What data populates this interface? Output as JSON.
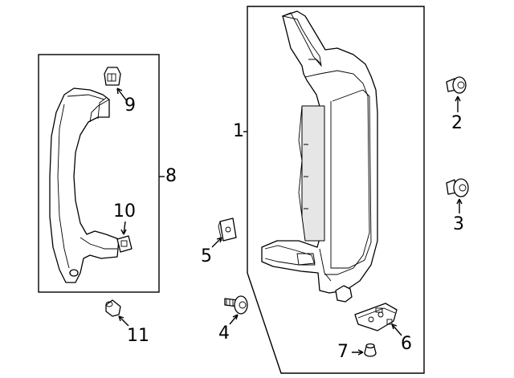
{
  "callouts": {
    "c1": "1",
    "c2": "2",
    "c3": "3",
    "c4": "4",
    "c5": "5",
    "c6": "6",
    "c7": "7",
    "c8": "8",
    "c9": "9",
    "c10": "10",
    "c11": "11"
  },
  "colors": {
    "line": "#000000",
    "background": "#ffffff",
    "fill_shade": "#e6e6e6"
  }
}
